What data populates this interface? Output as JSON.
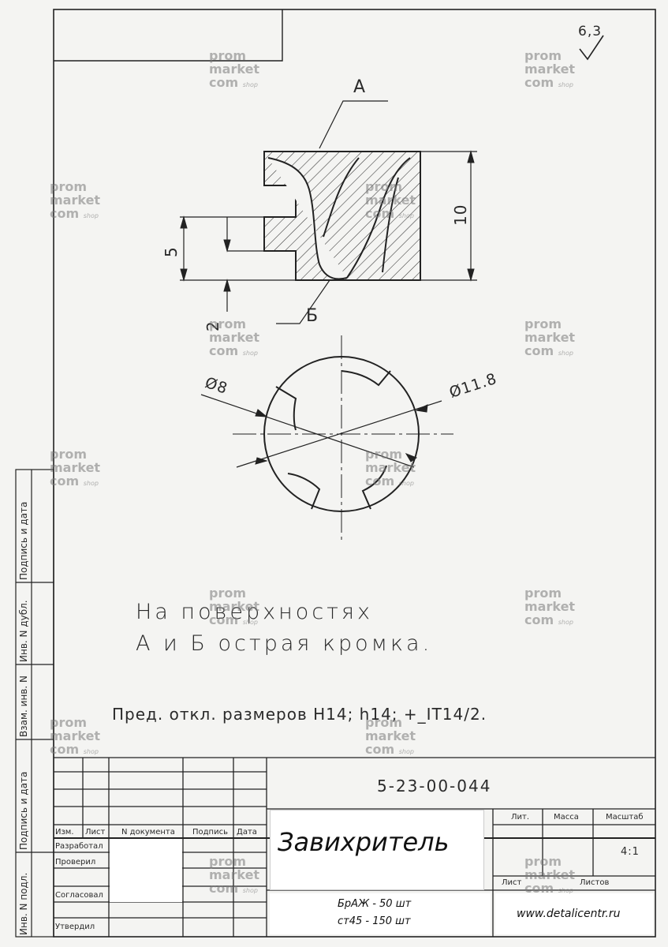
{
  "drawing": {
    "roughness": "6,3",
    "label_a": "А",
    "label_b": "Б",
    "dim_10": "10",
    "dim_5": "5",
    "dim_2": "2",
    "dim_d8": "Ø8",
    "dim_d11_8": "Ø11.8"
  },
  "notes": {
    "line1": "На поверхностях",
    "line2": "А и Б острая кромка.",
    "tolerance": "Пред. откл. размеров H14; h14; +_IT14/2."
  },
  "title_block": {
    "doc_number": "5-23-00-044",
    "name": "Завихритель",
    "col_izm": "Изм.",
    "col_list": "Лист",
    "col_ndoc": "N документа",
    "col_podpis": "Подпись",
    "col_data": "Дата",
    "row_razrab": "Разработал",
    "row_proveril": "Проверил",
    "row_soglasoval": "Согласовал",
    "row_utverdil": "Утвердил",
    "hdr_lit": "Лит.",
    "hdr_massa": "Масса",
    "hdr_masshtab": "Масштаб",
    "scale": "4:1",
    "hdr_list": "Лист",
    "hdr_listov": "Листов",
    "material_1": "БрАЖ - 50 шт",
    "material_2": "ст45 - 150 шт",
    "website": "www.detalicentr.ru"
  },
  "side_stamp": {
    "inv_podl": "Инв. N подл.",
    "podpis_data_1": "Подпись и дата",
    "vzam_inv": "Взам. инв. N",
    "inv_dubl": "Инв. N дубл.",
    "podpis_data_2": "Подпись и дата"
  },
  "watermark": {
    "line1": "prom",
    "line2": "market",
    "line3": "com",
    "suffix": "shop"
  }
}
